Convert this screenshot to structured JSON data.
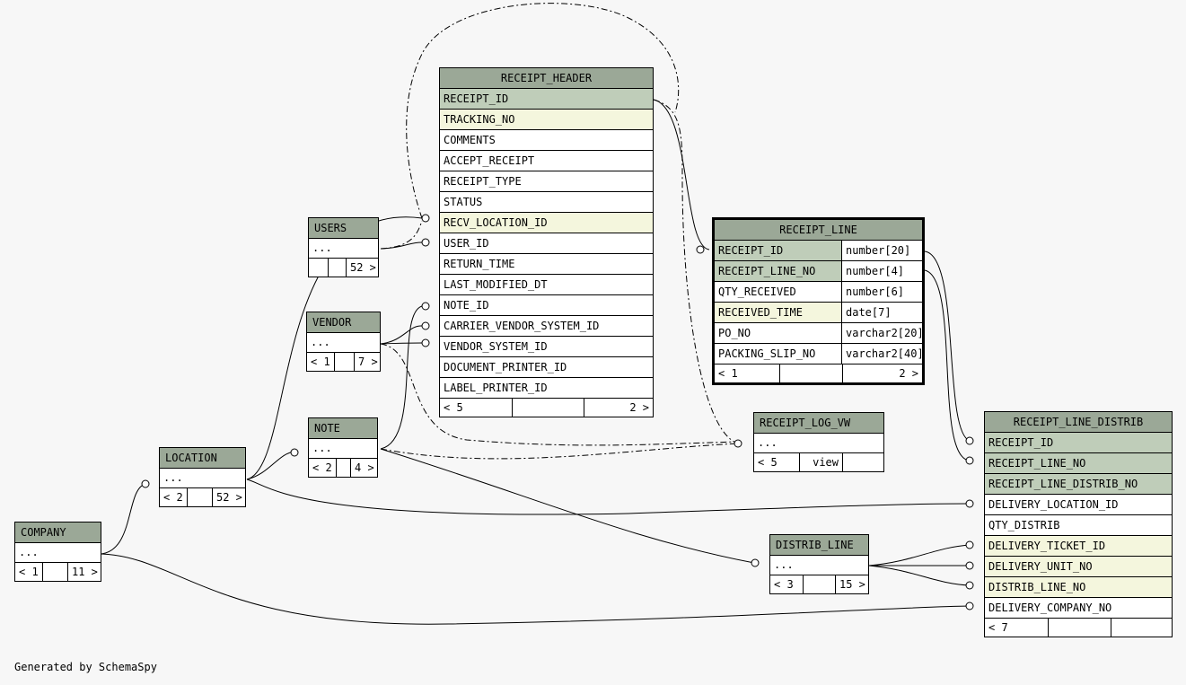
{
  "footer": "Generated by SchemaSpy",
  "tables": {
    "receipt_header": {
      "name": "RECEIPT_HEADER",
      "columns": [
        "RECEIPT_ID",
        "TRACKING_NO",
        "COMMENTS",
        "ACCEPT_RECEIPT",
        "RECEIPT_TYPE",
        "STATUS",
        "RECV_LOCATION_ID",
        "USER_ID",
        "RETURN_TIME",
        "LAST_MODIFIED_DT",
        "NOTE_ID",
        "CARRIER_VENDOR_SYSTEM_ID",
        "VENDOR_SYSTEM_ID",
        "DOCUMENT_PRINTER_ID",
        "LABEL_PRINTER_ID"
      ],
      "parents": "< 5",
      "children": "2 >"
    },
    "receipt_line": {
      "name": "RECEIPT_LINE",
      "columns": [
        {
          "name": "RECEIPT_ID",
          "type": "number[20]"
        },
        {
          "name": "RECEIPT_LINE_NO",
          "type": "number[4]"
        },
        {
          "name": "QTY_RECEIVED",
          "type": "number[6]"
        },
        {
          "name": "RECEIVED_TIME",
          "type": "date[7]"
        },
        {
          "name": "PO_NO",
          "type": "varchar2[20]"
        },
        {
          "name": "PACKING_SLIP_NO",
          "type": "varchar2[40]"
        }
      ],
      "parents": "< 1",
      "children": "2 >"
    },
    "receipt_line_distrib": {
      "name": "RECEIPT_LINE_DISTRIB",
      "columns": [
        "RECEIPT_ID",
        "RECEIPT_LINE_NO",
        "RECEIPT_LINE_DISTRIB_NO",
        "DELIVERY_LOCATION_ID",
        "QTY_DISTRIB",
        "DELIVERY_TICKET_ID",
        "DELIVERY_UNIT_NO",
        "DISTRIB_LINE_NO",
        "DELIVERY_COMPANY_NO"
      ],
      "parents": "< 7",
      "children": ""
    },
    "users": {
      "name": "USERS",
      "columns_placeholder": "...",
      "parents": "",
      "children": "52 >"
    },
    "vendor": {
      "name": "VENDOR",
      "columns_placeholder": "...",
      "parents": "< 1",
      "children": "7 >"
    },
    "note": {
      "name": "NOTE",
      "columns_placeholder": "...",
      "parents": "< 2",
      "children": "4 >"
    },
    "location": {
      "name": "LOCATION",
      "columns_placeholder": "...",
      "parents": "< 2",
      "children": "52 >"
    },
    "company": {
      "name": "COMPANY",
      "columns_placeholder": "...",
      "parents": "< 1",
      "children": "11 >"
    },
    "receipt_log_vw": {
      "name": "RECEIPT_LOG_VW",
      "columns_placeholder": "...",
      "parents": "< 5",
      "children": "view"
    },
    "distrib_line": {
      "name": "DISTRIB_LINE",
      "columns_placeholder": "...",
      "parents": "< 3",
      "children": "15 >"
    }
  },
  "colors": {
    "header": "#9ba897",
    "primary_key": "#bfcdb9",
    "indexed": "#f4f6dd",
    "background": "#f7f7f7"
  }
}
